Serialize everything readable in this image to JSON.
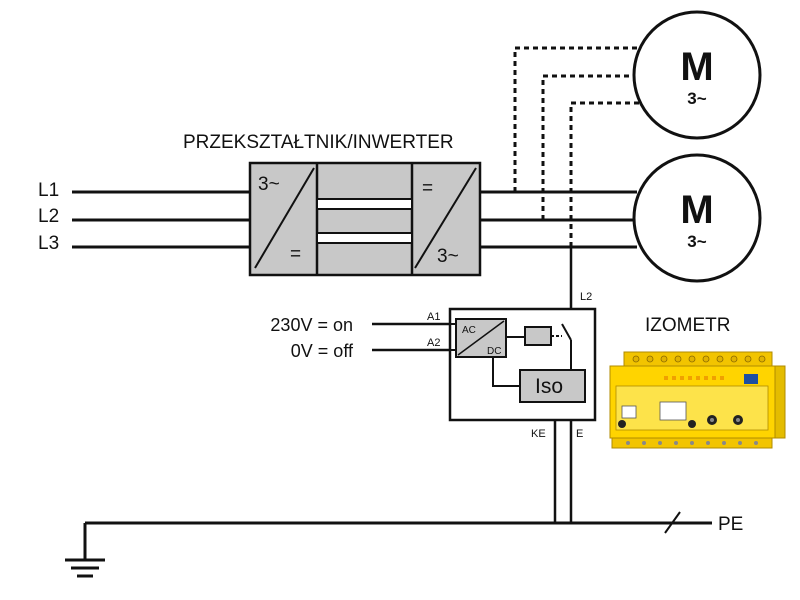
{
  "diagram": {
    "inverter_title": "PRZEKSZTAŁTNIK/INWERTER",
    "phases": [
      "L1",
      "L2",
      "L3"
    ],
    "inverter_blocks": {
      "rectifier_in": "3~",
      "rectifier_out": "=",
      "inverter_in": "=",
      "inverter_out": "3~"
    },
    "motors": [
      {
        "symbol": "M",
        "phase": "3~"
      },
      {
        "symbol": "M",
        "phase": "3~"
      }
    ],
    "control": {
      "on_label": "230V = on",
      "off_label": "0V = off",
      "terminal_a1": "A1",
      "terminal_a2": "A2",
      "terminal_l2": "L2",
      "terminal_ke": "KE",
      "terminal_e": "E",
      "ac_label": "AC",
      "dc_label": "DC",
      "iso_label": "Iso"
    },
    "izometr_label": "IZOMETR",
    "pe_label": "PE"
  }
}
